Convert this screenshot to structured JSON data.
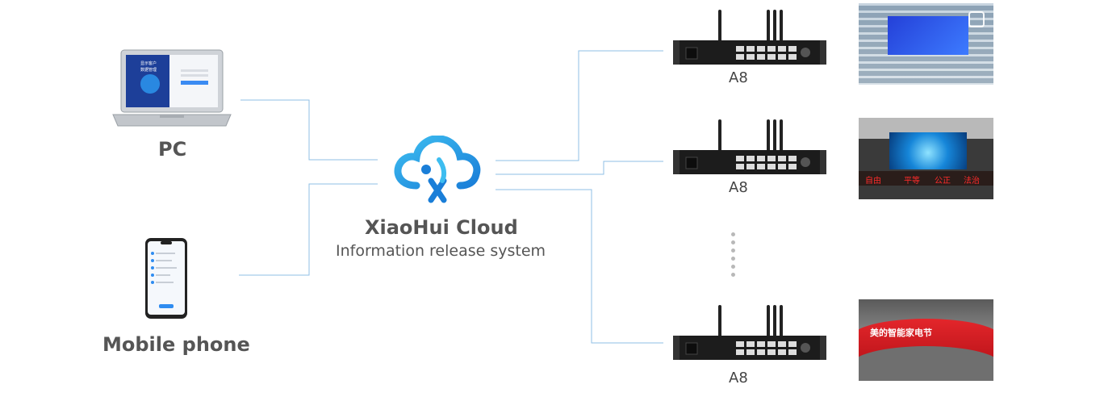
{
  "pc": {
    "label": "PC",
    "screen_text_1": "显示客户",
    "screen_text_2": "数据管理"
  },
  "mobile": {
    "label": "Mobile phone"
  },
  "cloud": {
    "title": "XiaoHui Cloud",
    "subtitle": "Information release system"
  },
  "devices": [
    {
      "label": "A8"
    },
    {
      "label": "A8"
    },
    {
      "label": "A8"
    }
  ],
  "screen2_banner": [
    "自由",
    "平等",
    "公正",
    "法治"
  ],
  "screen3_banner": "美的智能家电节",
  "colors": {
    "line": "#8fbfe6",
    "cloud_dark": "#1a7ed8",
    "cloud_light": "#3dbdf0",
    "banner_red": "#d61f1f"
  }
}
